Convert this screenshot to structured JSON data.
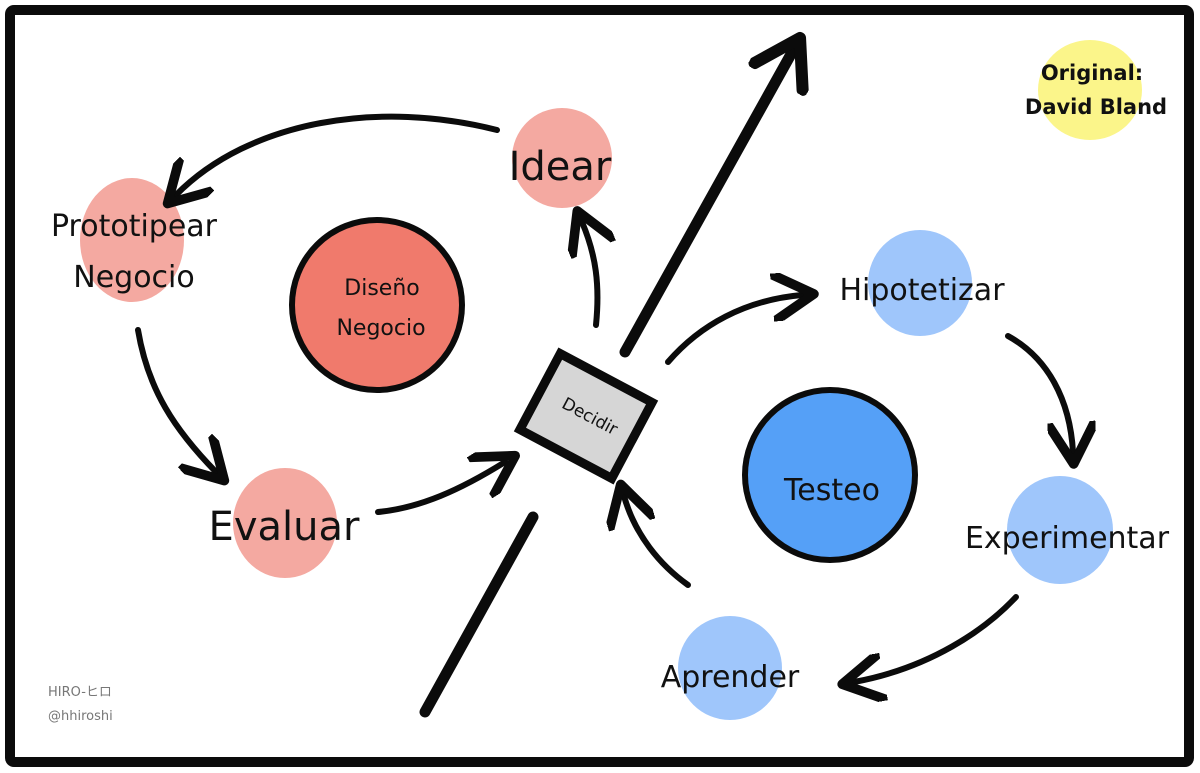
{
  "credit": {
    "line1": "Original:",
    "line2": "David Bland"
  },
  "signature": {
    "name": "HIRO-ヒロ",
    "handle": "@hhiroshi"
  },
  "centers": {
    "design": {
      "line1": "Diseño",
      "line2": "Negocio"
    },
    "testing": {
      "label": "Testeo"
    },
    "decide": {
      "label": "Decidir"
    }
  },
  "design_loop": {
    "ideate": "Idear",
    "prototype_line1": "Prototipear",
    "prototype_line2": "Negocio",
    "evaluate": "Evaluar"
  },
  "test_loop": {
    "hypothesize": "Hipotetizar",
    "experiment": "Experimentar",
    "learn": "Aprender"
  },
  "colors": {
    "frame": "#0b0b0b",
    "design_blob": "#f4a9a1",
    "design_center": "#f07a6c",
    "test_blob": "#9fc6fb",
    "test_center": "#55a0f7",
    "decide_box": "#d6d6d6",
    "credit_blob": "#fbf58a"
  }
}
